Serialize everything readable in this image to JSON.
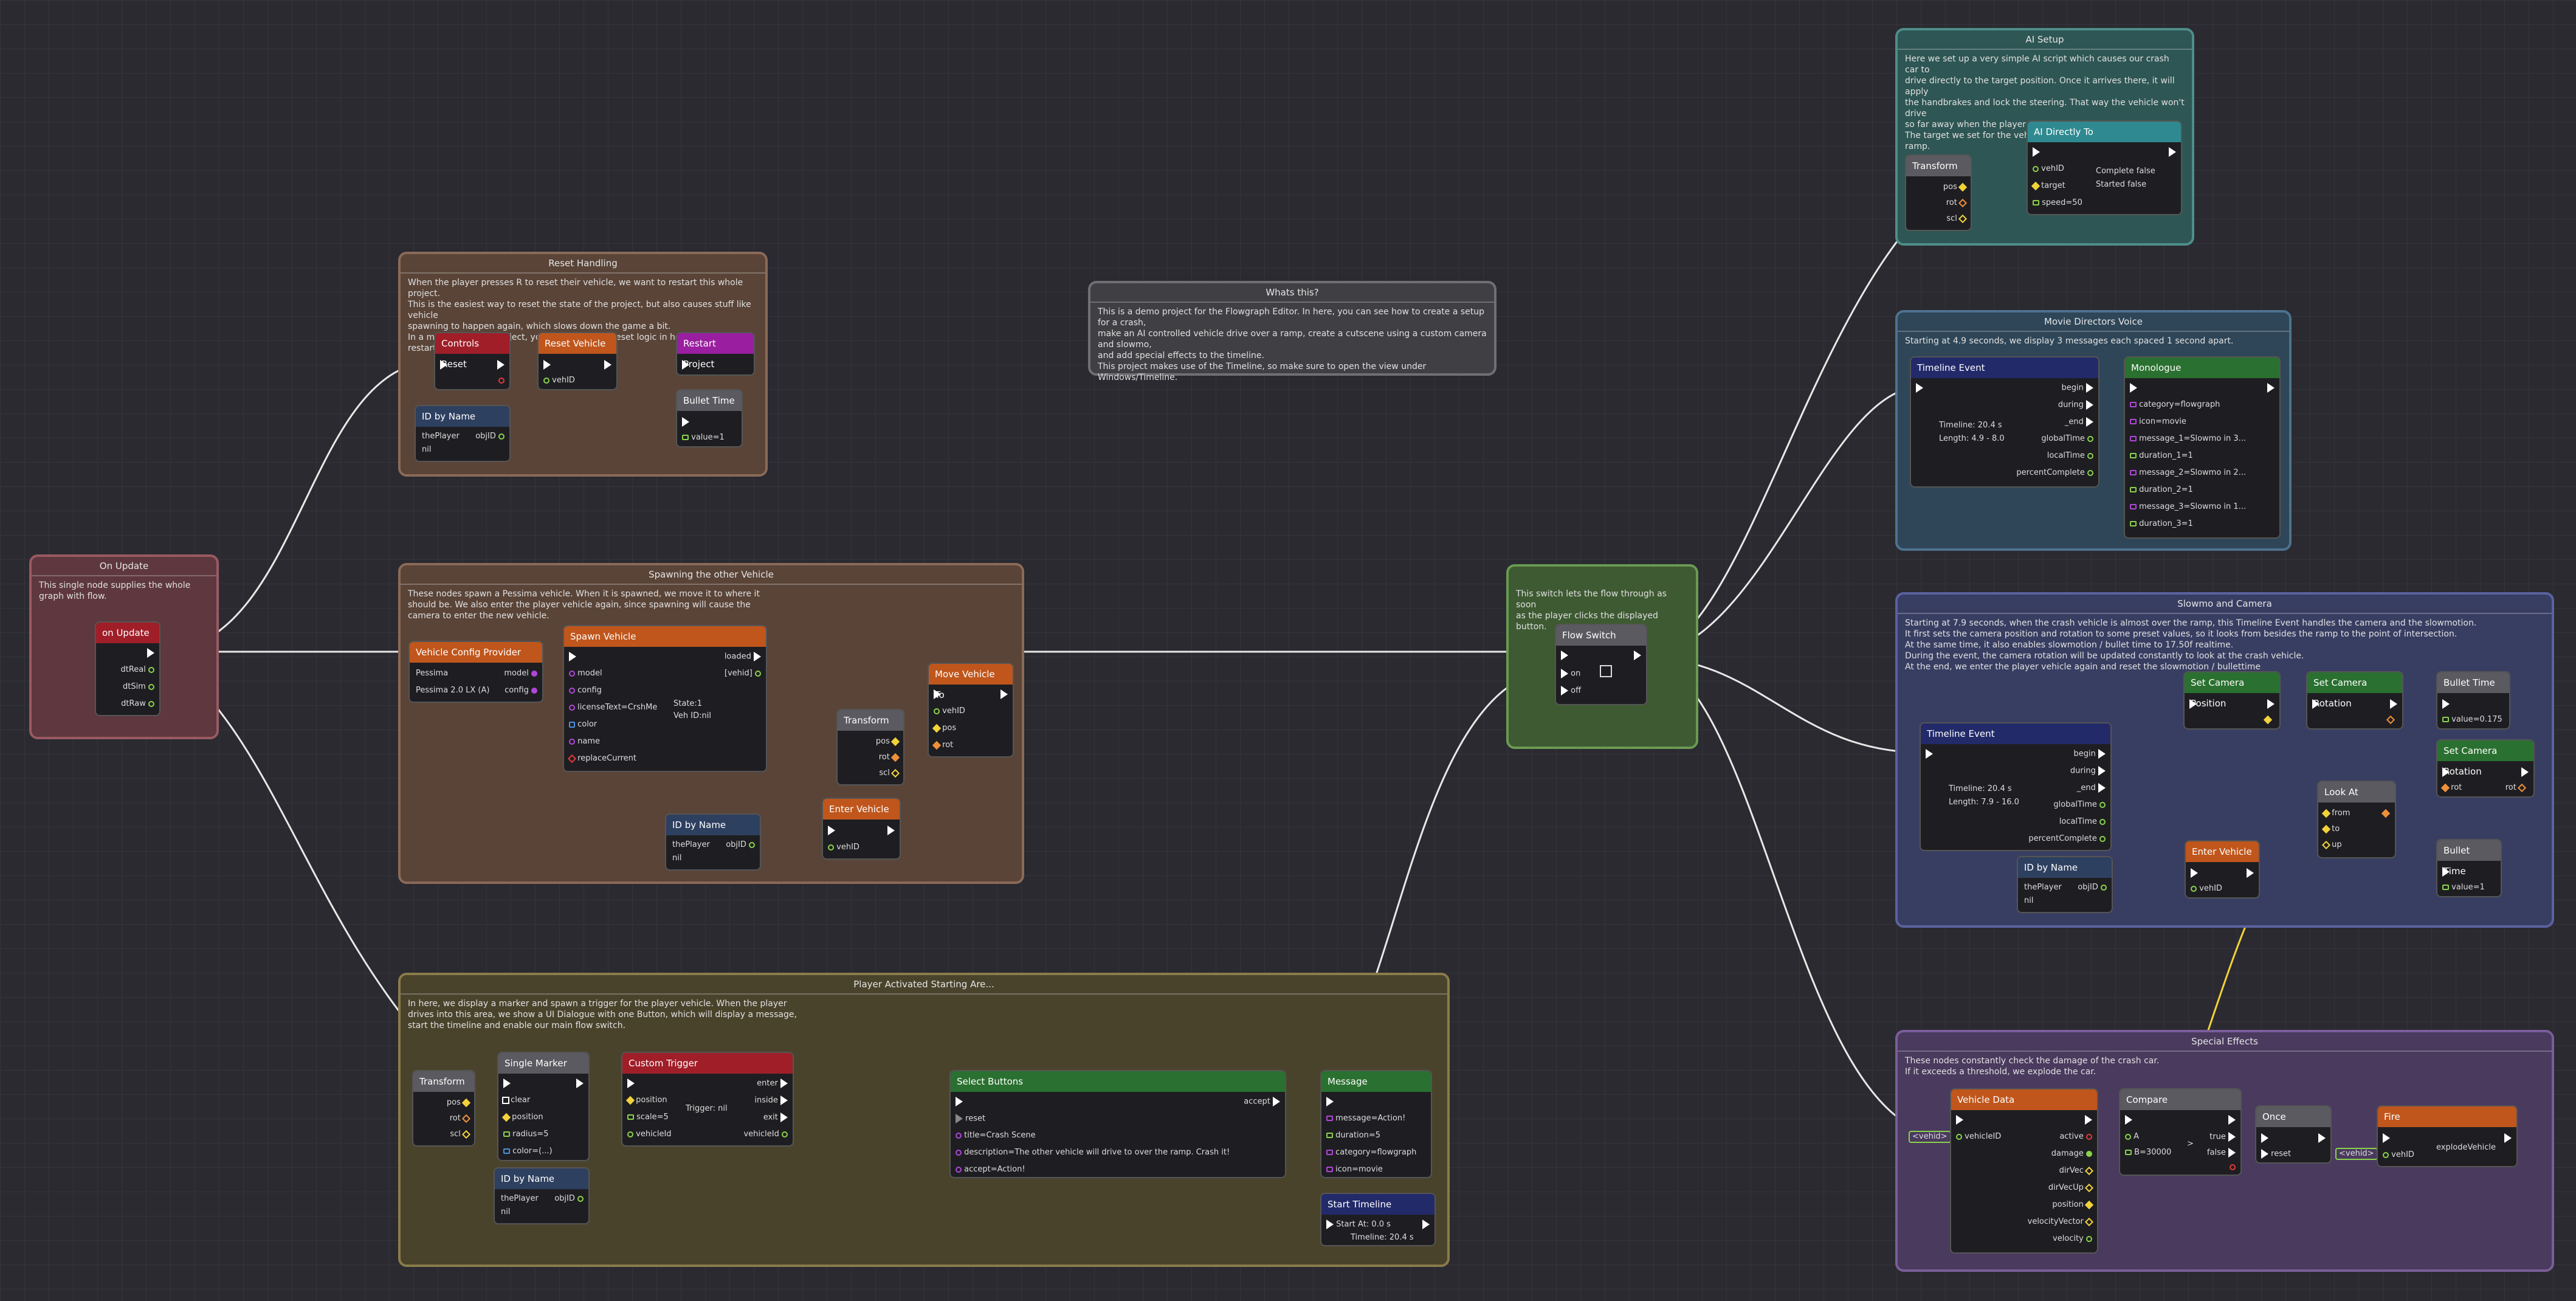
{
  "colors": {
    "exec": "#ffffff",
    "number": "#8ad24b",
    "vector": "#f2d23a",
    "quat": "#f0903a",
    "any": "#b146d8",
    "color": "#4a90e0"
  },
  "frames": {
    "reset": {
      "title": "Reset Handling",
      "desc": "When the player presses R to reset their vehicle, we want to restart this whole project.\nThis is the easiest way to reset the state of the project, but also causes stuff like vehicle\nspawning to happen again, which slows down the game a bit.\nIn a more advanced project, you'd have special reset logic in here instead of restarting."
    },
    "update": {
      "title": "On Update",
      "desc": "This single node supplies the whole\ngraph with flow."
    },
    "spawn": {
      "title": "Spawning the other Vehicle",
      "desc": "These nodes spawn a Pessima vehicle. When it is spawned, we move it to where it\nshould be. We also enter the player vehicle again, since spawning will cause the\ncamera to enter the new vehicle."
    },
    "player": {
      "title": "Player Activated Starting Are...",
      "desc": "In here, we display a marker and spawn a trigger for the player vehicle. When the player\ndrives into this area, we show a UI Dialogue with one Button, which will display a message,\nstart the timeline and enable our main flow switch."
    },
    "whats": {
      "title": "Whats this?",
      "desc": "This is a demo project for the Flowgraph Editor. In here, you can see how to create a setup for a crash,\nmake an AI controlled vehicle drive over a ramp, create a cutscene using a custom camera and slowmo,\nand add special effects to the timeline.\nThis project makes use of the Timeline, so make sure to open the view under Windows/Timeline."
    },
    "flowsw": {
      "title": "",
      "desc": "This switch lets the flow through as soon\nas the player clicks the displayed button."
    },
    "ai": {
      "title": "AI Setup",
      "desc": "Here we set up a very simple AI script which causes our crash car to\ndrive directly to the target position. Once it arrives there, it will apply\nthe handbrakes and lock the steering. That way the vehicle won't drive\nso far away when the player misses it.\nThe target we set for the vehicle is positioned at the end of the ramp."
    },
    "movie": {
      "title": "Movie Directors Voice",
      "desc": "Starting at 4.9 seconds, we display 3 messages each spaced 1 second apart."
    },
    "slowmo": {
      "title": "Slowmo and Camera",
      "desc": "Starting at 7.9 seconds, when the crash vehicle is almost over the ramp, this Timeline Event handles the camera and the slowmotion.\nIt first sets the camera position and rotation to some preset values, so it looks from besides the ramp to the point of intersection.\nAt the same time, it also enables slowmotion / bullet time to 17.50f realtime.\nDuring the event, the camera rotation will be updated constantly to look at the crash vehicle.\nAt the end, we enter the player vehicle again and reset the slowmotion / bullettime"
    },
    "fx": {
      "title": "Special Effects",
      "desc": "These nodes constantly check the damage of the crash car.\nIf it exceeds a threshold, we explode the car."
    }
  },
  "nodes": {
    "controlsReset": "Controls Reset",
    "resetVehicle": "Reset Vehicle",
    "restartProject": "Restart Project",
    "bulletTime": "Bullet Time",
    "idByName": "ID by Name",
    "onUpdate": "on Update",
    "vcp": "Vehicle Config Provider",
    "spawnVehicle": "Spawn Vehicle",
    "moveVehicleTo": "Move Vehicle To",
    "transform": "Transform",
    "enterVehicle": "Enter Vehicle",
    "singleMarker": "Single Marker",
    "customTrigger": "Custom Trigger",
    "selectButtons": "Select Buttons",
    "message": "Message",
    "startTimeline": "Start Timeline",
    "flowSwitch": "Flow Switch",
    "aiDirectlyTo": "AI Directly To",
    "timelineEvent": "Timeline Event",
    "monologue": "Monologue",
    "setCamPos": "Set Camera Position",
    "setCamRot": "Set Camera Rotation",
    "lookAt": "Look At",
    "vehicleData": "Vehicle Data",
    "compare": "Compare",
    "once": "Once",
    "fire": "Fire"
  },
  "pins": {
    "vehID": "vehID",
    "thePlayer": "thePlayer",
    "nil": "nil",
    "objID": "objID",
    "value1": "value=1",
    "value0175": "value=0.175",
    "dtReal": "dtReal",
    "dtSim": "dtSim",
    "dtRaw": "dtRaw",
    "pessima": "Pessima",
    "pessimaLX": "Pessima 2.0 LX (A)",
    "model": "model",
    "config": "config",
    "licenseText": "licenseText=CrshMe",
    "color": "color",
    "name": "name",
    "replaceCurrent": "replaceCurrent",
    "loaded": "loaded",
    "vehid": "[vehid]",
    "state": "State:1",
    "vehIdNil": "Veh ID:nil",
    "pos": "pos",
    "rot": "rot",
    "scl": "scl",
    "clear": "clear",
    "position": "position",
    "radius5": "radius=5",
    "colorVal": "color=(...)",
    "scale5": "scale=5",
    "vehicleId": "vehicleId",
    "enter": "enter",
    "inside": "inside",
    "exit": "exit",
    "triggerNil": "Trigger: nil",
    "accept": "accept",
    "reset": "reset",
    "titleCrash": "title=Crash Scene",
    "description": "description=The other vehicle will drive to over the ramp. Crash it!",
    "acceptAction": "accept=Action!",
    "messageAction": "message=Action!",
    "duration5": "duration=5",
    "categoryFlow": "category=flowgraph",
    "iconMovie": "icon=movie",
    "startAt": "Start At: 0.0 s",
    "timeline204": "Timeline: 20.4 s",
    "on": "on",
    "off": "off",
    "target": "target",
    "speed": "speed=50",
    "completeFalse": "Complete false",
    "startedFalse": "Started false",
    "begin": "begin",
    "during": "during",
    "end": "_end",
    "globalTime": "globalTime",
    "localTime": "localTime",
    "percentComplete": "percentComplete",
    "length1": "Length: 4.9 - 8.0",
    "length2": "Length: 7.9 - 16.0",
    "msg1": "message_1=Slowmo in 3...",
    "dur1": "duration_1=1",
    "msg2": "message_2=Slowmo in 2...",
    "dur2": "duration_2=1",
    "msg3": "message_3=Slowmo in 1...",
    "dur3": "duration_3=1",
    "from": "from",
    "to": "to",
    "up": "up",
    "vehicleID": "vehicleID",
    "active": "active",
    "damage": "damage",
    "dirVec": "dirVec",
    "dirVecUp": "dirVecUp",
    "velocityVector": "velocityVector",
    "velocity": "velocity",
    "A": "A",
    "B": "B=30000",
    "gt": ">",
    "true": "true",
    "false": "false",
    "explode": "explodeVehicle",
    "vehidTag": "<vehid>"
  }
}
